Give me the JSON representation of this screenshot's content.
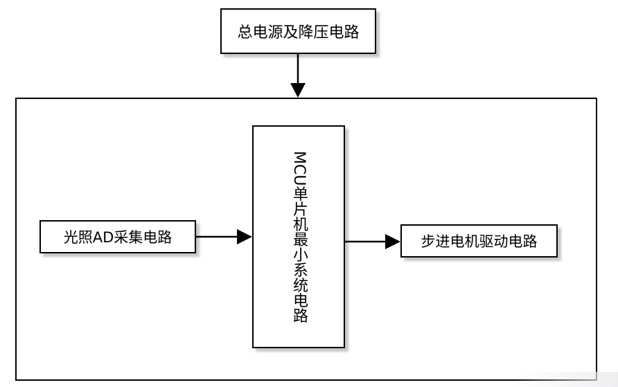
{
  "diagram": {
    "nodes": {
      "power": {
        "label": "总电源及降压电路"
      },
      "mcu": {
        "label_latin": "MCU",
        "label_cjk": "单片机最小系统电路"
      },
      "light_sensor": {
        "label": "光照AD采集电路"
      },
      "stepper_driver": {
        "label": "步进电机驱动电路"
      }
    },
    "edges": [
      {
        "from": "power",
        "to": "system_frame"
      },
      {
        "from": "light_sensor",
        "to": "mcu"
      },
      {
        "from": "mcu",
        "to": "stepper_driver"
      }
    ],
    "colors": {
      "stroke": "#000000",
      "fill": "#ffffff"
    }
  }
}
